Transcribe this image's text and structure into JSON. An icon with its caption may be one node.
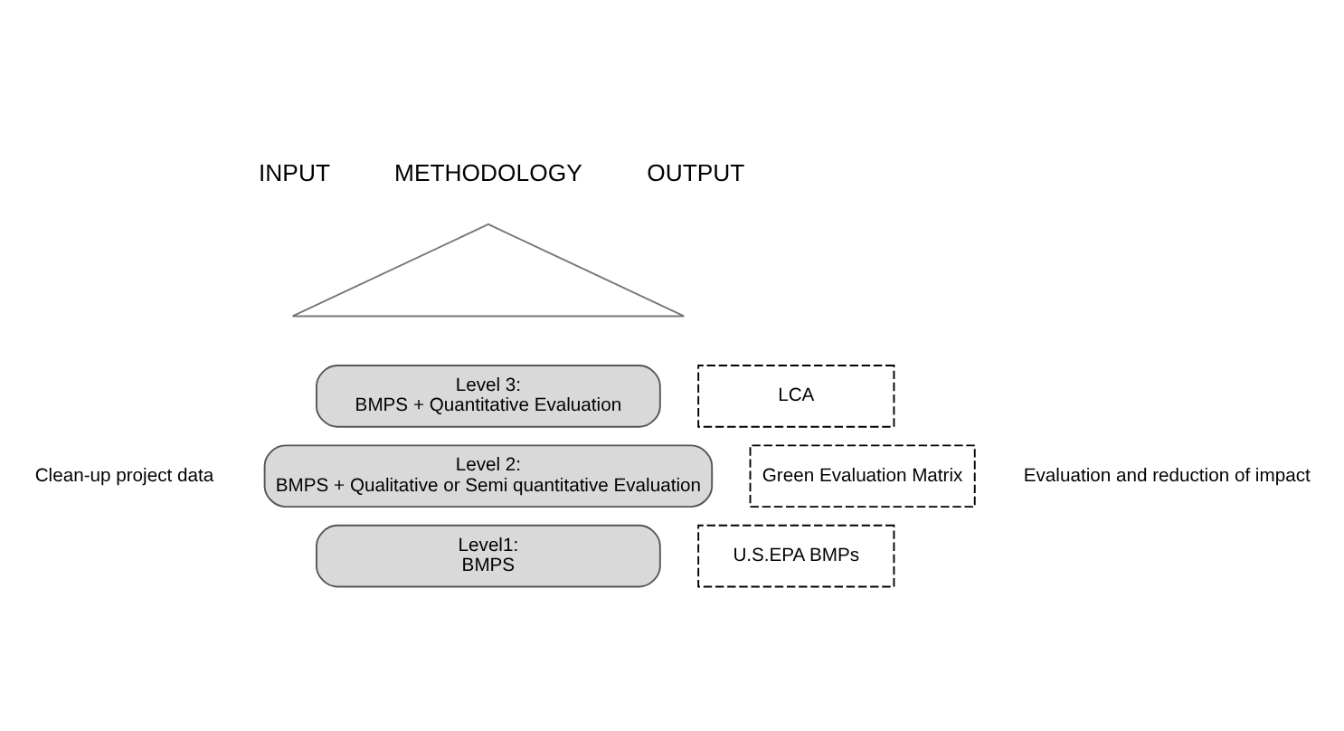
{
  "diagram": {
    "nodes": [
      {
        "text": [],
        "shape": "triangle"
      },
      {
        "text": [
          "Level 3:",
          "BMPS + Quantitative Evaluation"
        ]
      },
      {
        "text": [
          "LCA"
        ]
      },
      {
        "text": [
          "Level 2:",
          "BMPS + Qualitative or Semi quantitative Evaluation"
        ]
      },
      {
        "text": [
          "Green Evaluation Matrix"
        ]
      },
      {
        "text": [
          "Level1:",
          "BMPS"
        ]
      },
      {
        "text": [
          "U.S.EPA BMPs"
        ]
      }
    ],
    "labels": [
      "INPUT",
      "METHODOLOGY",
      "OUTPUT",
      "Clean-up project data",
      "Evaluation and reduction of impact"
    ]
  }
}
